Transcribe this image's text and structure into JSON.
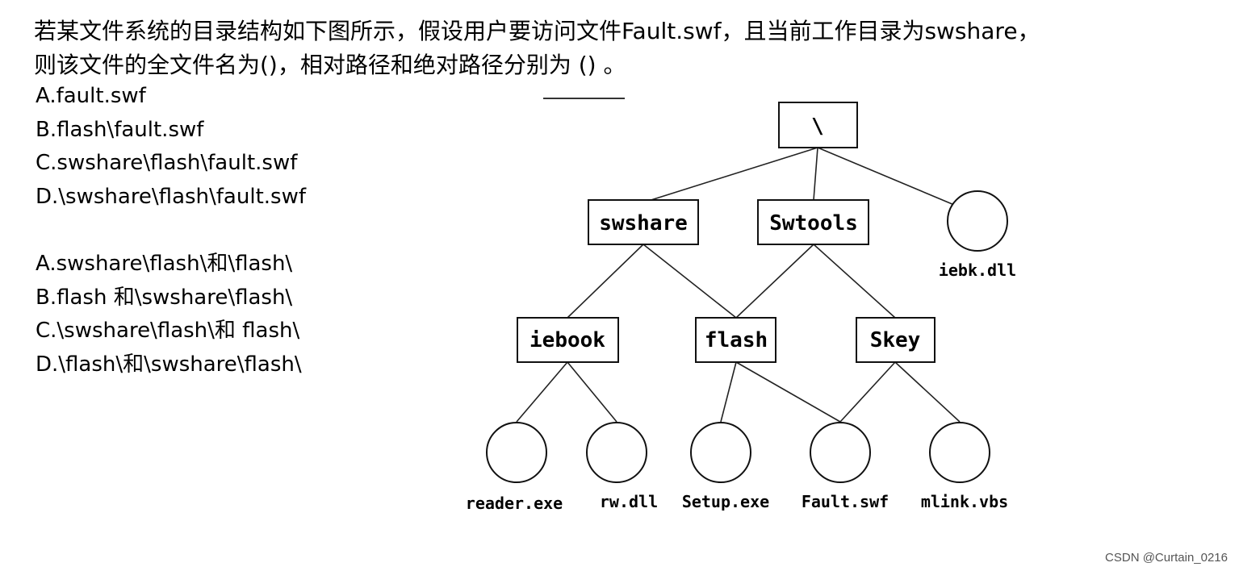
{
  "question": {
    "line1": "若某文件系统的目录结构如下图所示，假设用户要访问文件Fault.swf，且当前工作目录为swshare，",
    "line2": "则该文件的全文件名为()，相对路径和绝对路径分别为 () 。"
  },
  "options_group1": [
    "A.fault.swf",
    "B.flash\\fault.swf",
    "C.swshare\\flash\\fault.swf",
    "D.\\swshare\\flash\\fault.swf"
  ],
  "options_group2": [
    "A.swshare\\flash\\和\\flash\\",
    "B.flash 和\\swshare\\flash\\",
    "C.\\swshare\\flash\\和 flash\\",
    "D.\\flash\\和\\swshare\\flash\\"
  ],
  "tree": {
    "root": "\\",
    "directories": {
      "swshare": "swshare",
      "swtools": "Swtools",
      "iebook": "iebook",
      "flash": "flash",
      "skey": "Skey"
    },
    "files": {
      "iebk": "iebk.dll",
      "reader": "reader.exe",
      "rw": "rw.dll",
      "setup": "Setup.exe",
      "fault": "Fault.swf",
      "mlink": "mlink.vbs"
    }
  },
  "watermark": "CSDN @Curtain_0216"
}
